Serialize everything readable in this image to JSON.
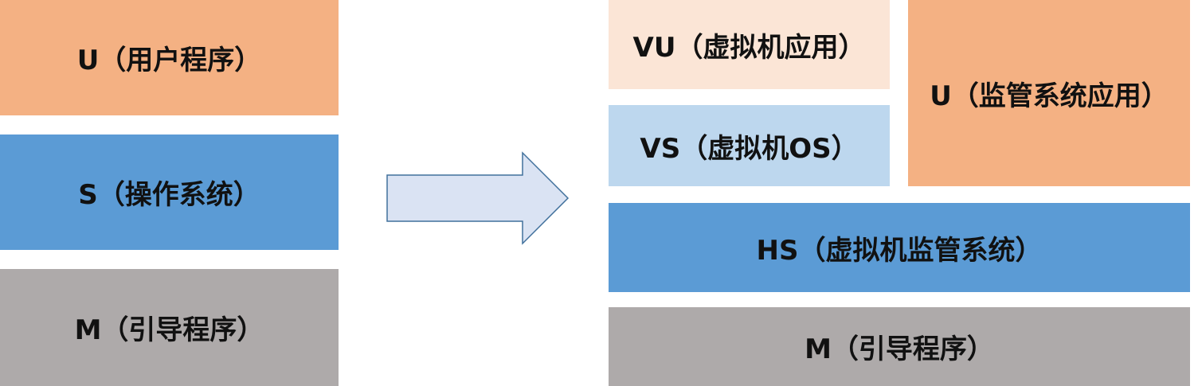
{
  "left_stack": {
    "user_program": "U（用户程序）",
    "operating_system": "S（操作系统）",
    "bootloader": "M（引导程序）"
  },
  "right_stack": {
    "vm_application": "VU（虚拟机应用）",
    "vm_os": "VS（虚拟机OS）",
    "hypervisor_application": "U（监管系统应用）",
    "hypervisor": "HS（虚拟机监管系统）",
    "bootloader": "M（引导程序）"
  },
  "colors": {
    "orange": "#f4b183",
    "blue": "#5b9bd5",
    "gray": "#aeaaaa",
    "peach": "#fbe5d6",
    "light_blue": "#bdd7ee",
    "arrow_fill": "#dae3f3",
    "arrow_stroke": "#41719c"
  },
  "arrow": {
    "icon": "right-arrow-icon"
  }
}
